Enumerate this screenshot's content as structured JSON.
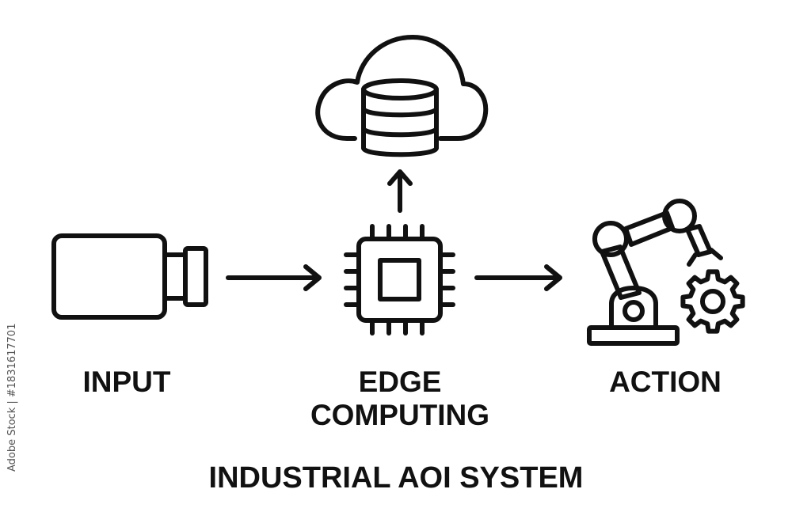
{
  "diagram": {
    "nodes": [
      {
        "id": "input",
        "label": "INPUT",
        "icon": "camera-icon"
      },
      {
        "id": "edge",
        "label_lines": [
          "EDGE",
          "COMPUTING"
        ],
        "icon": "microchip-icon"
      },
      {
        "id": "action",
        "label": "ACTION",
        "icon": "robotic-arm-icon"
      },
      {
        "id": "cloud",
        "icon": "cloud-database-icon"
      }
    ],
    "edges": [
      {
        "from": "input",
        "to": "edge"
      },
      {
        "from": "edge",
        "to": "action"
      },
      {
        "from": "edge",
        "to": "cloud"
      }
    ],
    "title": "INDUSTRIAL AOI SYSTEM",
    "stock_text": "Adobe Stock | #1831617701",
    "colors": {
      "stroke": "#111111",
      "background": "#ffffff"
    }
  }
}
